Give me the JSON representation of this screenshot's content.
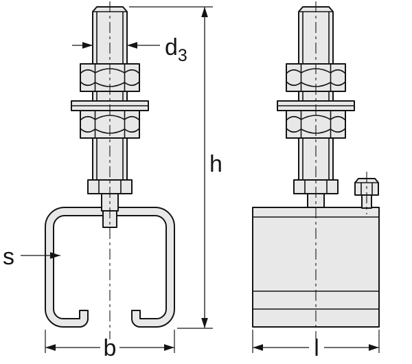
{
  "drawing": {
    "labels": {
      "d_letter": "d",
      "d_subscript": "3",
      "h": "h",
      "s": "s",
      "b": "b",
      "l": "l"
    },
    "colors": {
      "part_fill": "#e8e8e8",
      "line": "#141414",
      "background": "#ffffff"
    }
  }
}
